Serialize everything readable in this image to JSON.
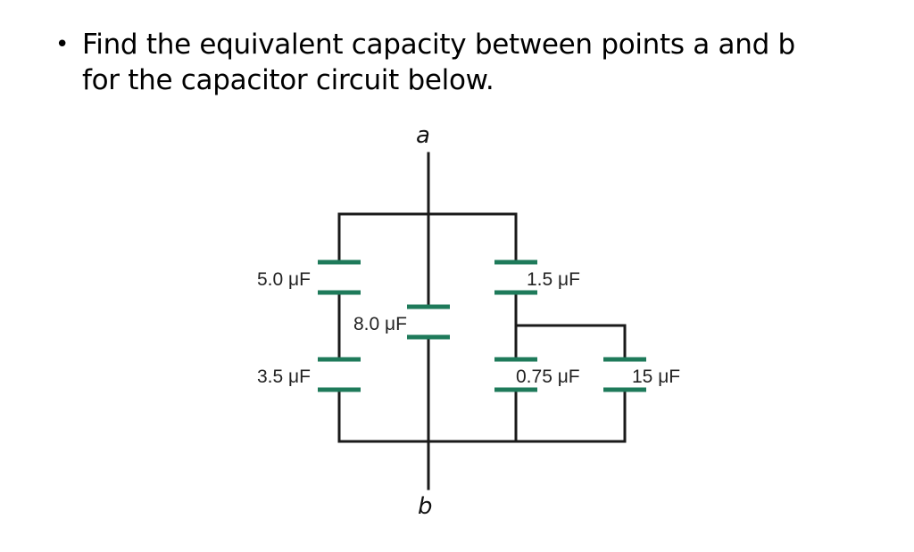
{
  "question": {
    "bullet": "•",
    "line1": "Find the equivalent capacity between points a and b",
    "line2": "for the capacitor circuit below."
  },
  "diagram": {
    "terminal_a": "a",
    "terminal_b": "b",
    "capacitors": {
      "c1": "5.0 μF",
      "c2": "3.5 μF",
      "c3": "8.0 μF",
      "c4": "1.5 μF",
      "c5": "0.75 μF",
      "c6": "15 μF"
    },
    "colors": {
      "wire": "#1a1a1a",
      "plate": "#1e7a5a"
    }
  }
}
